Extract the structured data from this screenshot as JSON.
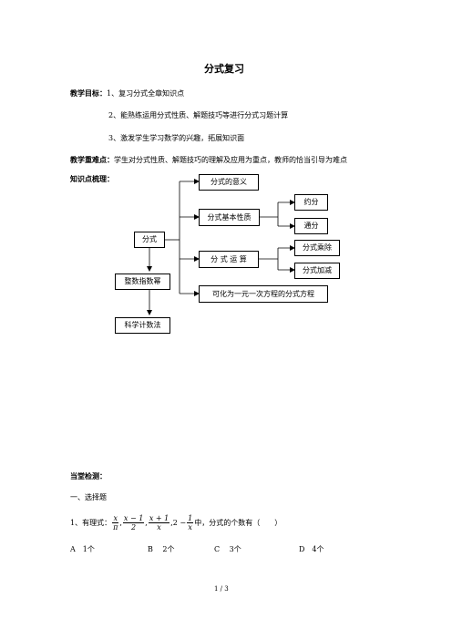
{
  "doc": {
    "title": "分式复习",
    "objectives": {
      "label": "教学目标：",
      "items": [
        "1、复习分式全章知识点",
        "2、能熟练运用分式性质、解题技巧等进行分式习题计算",
        "3、激发学生学习数学的兴趣，拓展知识面"
      ]
    },
    "keypoints": {
      "label": "教学重难点：",
      "text": "学生对分式性质、解题技巧的理解及应用为重点，教师的恰当引导为难点"
    },
    "outline_label": "知识点梳理：",
    "diagram": {
      "root": "分式",
      "meaning": "分式的意义",
      "basic": "分式基本性质",
      "reduce": "约分",
      "common": "通分",
      "ops": "分 式 运 算",
      "muldiv": "分式乘除",
      "addsub": "分式加减",
      "equation": "可化为一元一次方程的分式方程",
      "intexp": "整数指数幂",
      "sci": "科学计数法"
    },
    "test_label": "当堂检测：",
    "section1": "一、选择题",
    "q1": {
      "prefix": "1、有理式：",
      "suffix": "中，分式的个数有（　　）",
      "exprs": {
        "f1_num": "x",
        "f1_den": "π",
        "f2_num": "x − 1",
        "f2_den": "2",
        "f3_num": "x + 1",
        "f3_den": "x",
        "f4_lead": "2 −",
        "f4_num": "1",
        "f4_den": "x",
        "sep": ","
      },
      "options": [
        "A　1个",
        "B　 2个",
        "C　 3个",
        "D　4个"
      ]
    },
    "page_footer": "1 / 3"
  }
}
